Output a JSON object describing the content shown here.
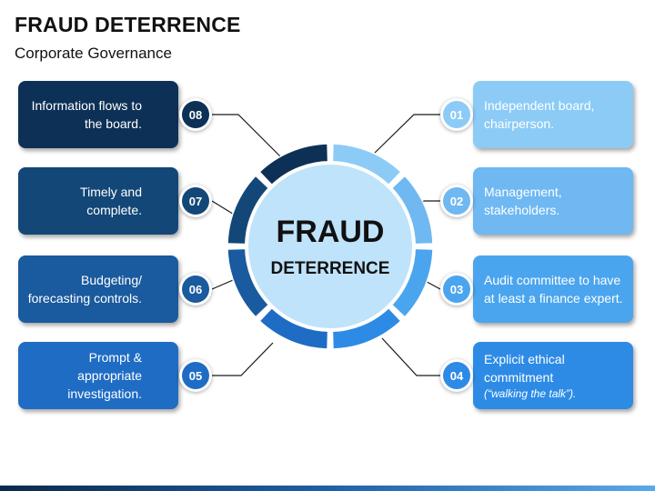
{
  "title": "FRAUD DETERRENCE",
  "subtitle": "Corporate Governance",
  "center": {
    "line1": "FRAUD",
    "line2": "DETERRENCE"
  },
  "items": [
    {
      "num": "01",
      "text": "Independent board, chairperson.",
      "color": "#8CCBF6"
    },
    {
      "num": "02",
      "text": "Management, stakeholders.",
      "color": "#6FB8F2"
    },
    {
      "num": "03",
      "text": "Audit committee to have at least a finance expert.",
      "color": "#4AA5EE"
    },
    {
      "num": "04",
      "text": "Explicit ethical commitment",
      "sub": "(“walking the talk”).",
      "color": "#2D8BE6"
    },
    {
      "num": "05",
      "text": "Prompt & appropriate investigation.",
      "color": "#1F6CC4"
    },
    {
      "num": "06",
      "text": "Budgeting/ forecasting controls.",
      "color": "#1A5A9E"
    },
    {
      "num": "07",
      "text": "Timely and complete.",
      "color": "#134777"
    },
    {
      "num": "08",
      "text": "Information flows to the board.",
      "color": "#0D3156"
    }
  ]
}
